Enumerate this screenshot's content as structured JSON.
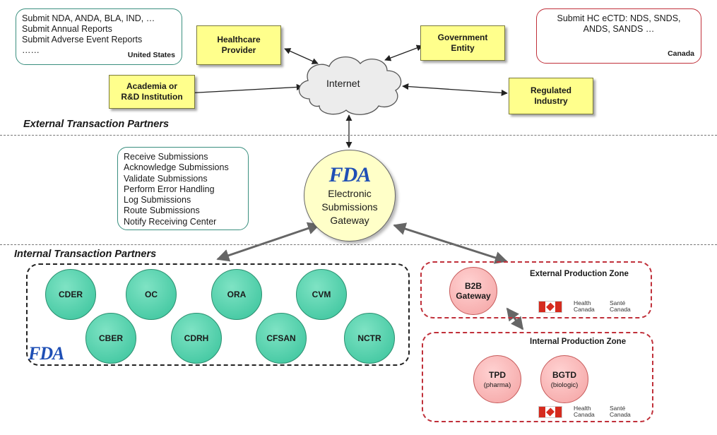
{
  "notes": {
    "us": {
      "lines": [
        "Submit NDA, ANDA, BLA, IND, …",
        "Submit Annual Reports",
        "Submit Adverse Event Reports",
        "……"
      ],
      "country": "United States"
    },
    "canada": {
      "lines": [
        "Submit HC eCTD: NDS, SNDS,",
        "ANDS, SANDS …"
      ],
      "country": "Canada"
    },
    "gateway_functions": {
      "lines": [
        "Receive Submissions",
        "Acknowledge Submissions",
        "Validate Submissions",
        "Perform Error Handling",
        "Log Submissions",
        "Route Submissions",
        "Notify Receiving Center"
      ]
    }
  },
  "partners": {
    "healthcare": [
      "Healthcare",
      "Provider"
    ],
    "government": [
      "Government",
      "Entity"
    ],
    "academia": [
      "Academia or",
      "R&D Institution"
    ],
    "regulated": [
      "Regulated",
      "Industry"
    ]
  },
  "cloud_label": "Internet",
  "sections": {
    "external": "External Transaction Partners",
    "internal": "Internal Transaction Partners"
  },
  "gateway": {
    "logo": "FDA",
    "lines": [
      "Electronic",
      "Submissions",
      "Gateway"
    ]
  },
  "fda_centers": {
    "cder": "CDER",
    "oc": "OC",
    "ora": "ORA",
    "cvm": "CVM",
    "cber": "CBER",
    "cdrh": "CDRH",
    "cfsan": "CFSAN",
    "nctr": "NCTR",
    "logo": "FDA"
  },
  "canada_zones": {
    "external_zone": "External Production Zone",
    "internal_zone": "Internal Production Zone",
    "b2b": [
      "B2B",
      "Gateway"
    ],
    "tpd": "TPD",
    "tpd_sub": "(pharma)",
    "bgtd": "BGTD",
    "bgtd_sub": "(biologic)",
    "hc_logo": {
      "en1": "Health",
      "en2": "Canada",
      "fr1": "Santé",
      "fr2": "Canada"
    }
  },
  "colors": {
    "yellow_box": "#ffff8c",
    "green_circle": "#36c29a",
    "pink_circle": "#f4a2a2",
    "teal_border": "#3a8f7f",
    "red_border": "#c0303a",
    "fda_blue": "#1f4fb5"
  }
}
